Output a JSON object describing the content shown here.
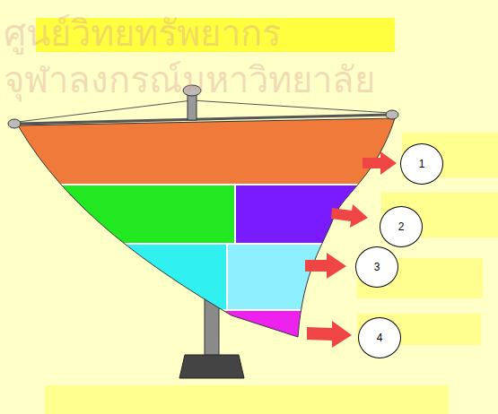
{
  "diagram": {
    "nodes": [
      {
        "text": [
          "1"
        ]
      },
      {
        "text": [
          "2"
        ]
      },
      {
        "text": [
          "3"
        ]
      },
      {
        "text": [
          "4"
        ]
      }
    ],
    "labels": [
      "ศูนย์วิทยทรัพยากร",
      "จุฬาลงกรณ์มหาวิทยาลัย"
    ]
  }
}
